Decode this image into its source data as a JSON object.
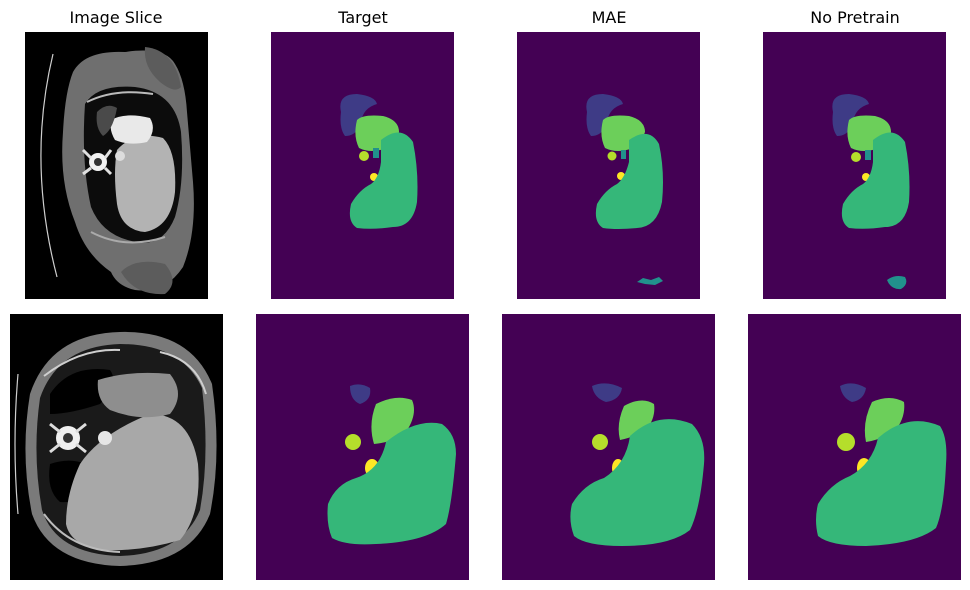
{
  "columns": [
    {
      "title": "Image Slice"
    },
    {
      "title": "Target"
    },
    {
      "title": "MAE"
    },
    {
      "title": "No Pretrain"
    }
  ],
  "colors": {
    "background": "#440154",
    "class_dark_blue": "#3e3b86",
    "class_light_green": "#6ccf5a",
    "class_teal": "#21918c",
    "class_yellow_green": "#b5de2b",
    "class_yellow": "#fde725",
    "class_green": "#35b779",
    "ct_black": "#000000"
  },
  "rows": [
    {
      "panels": [
        "ct-slice",
        "target-mask",
        "mae-prediction",
        "no-pretrain-prediction"
      ]
    },
    {
      "panels": [
        "ct-slice",
        "target-mask",
        "mae-prediction",
        "no-pretrain-prediction"
      ]
    }
  ]
}
